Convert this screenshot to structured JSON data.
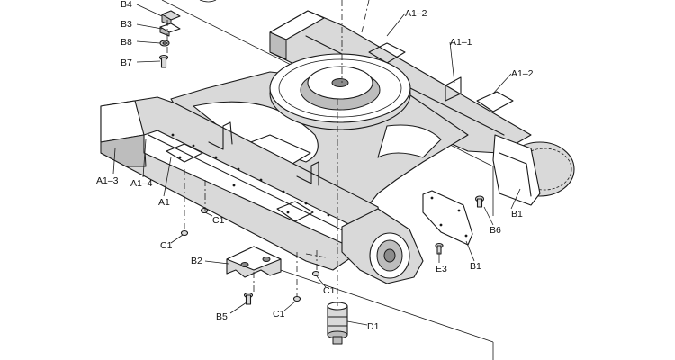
{
  "labels": {
    "b4": "B4",
    "b3": "B3",
    "b8": "B8",
    "b7": "B7",
    "a1_2_top": "A1–2",
    "a1_1": "A1–1",
    "a1_2_right": "A1–2",
    "a1_3": "A1–3",
    "a1_4": "A1–4",
    "a1": "A1",
    "b1_right": "B1",
    "b6": "B6",
    "b1_cover": "B1",
    "e3": "E3",
    "c1_a": "C1",
    "c1_b": "C1",
    "b2": "B2",
    "b5": "B5",
    "c1_c": "C1",
    "c1_d": "C1",
    "d1": "D1"
  }
}
